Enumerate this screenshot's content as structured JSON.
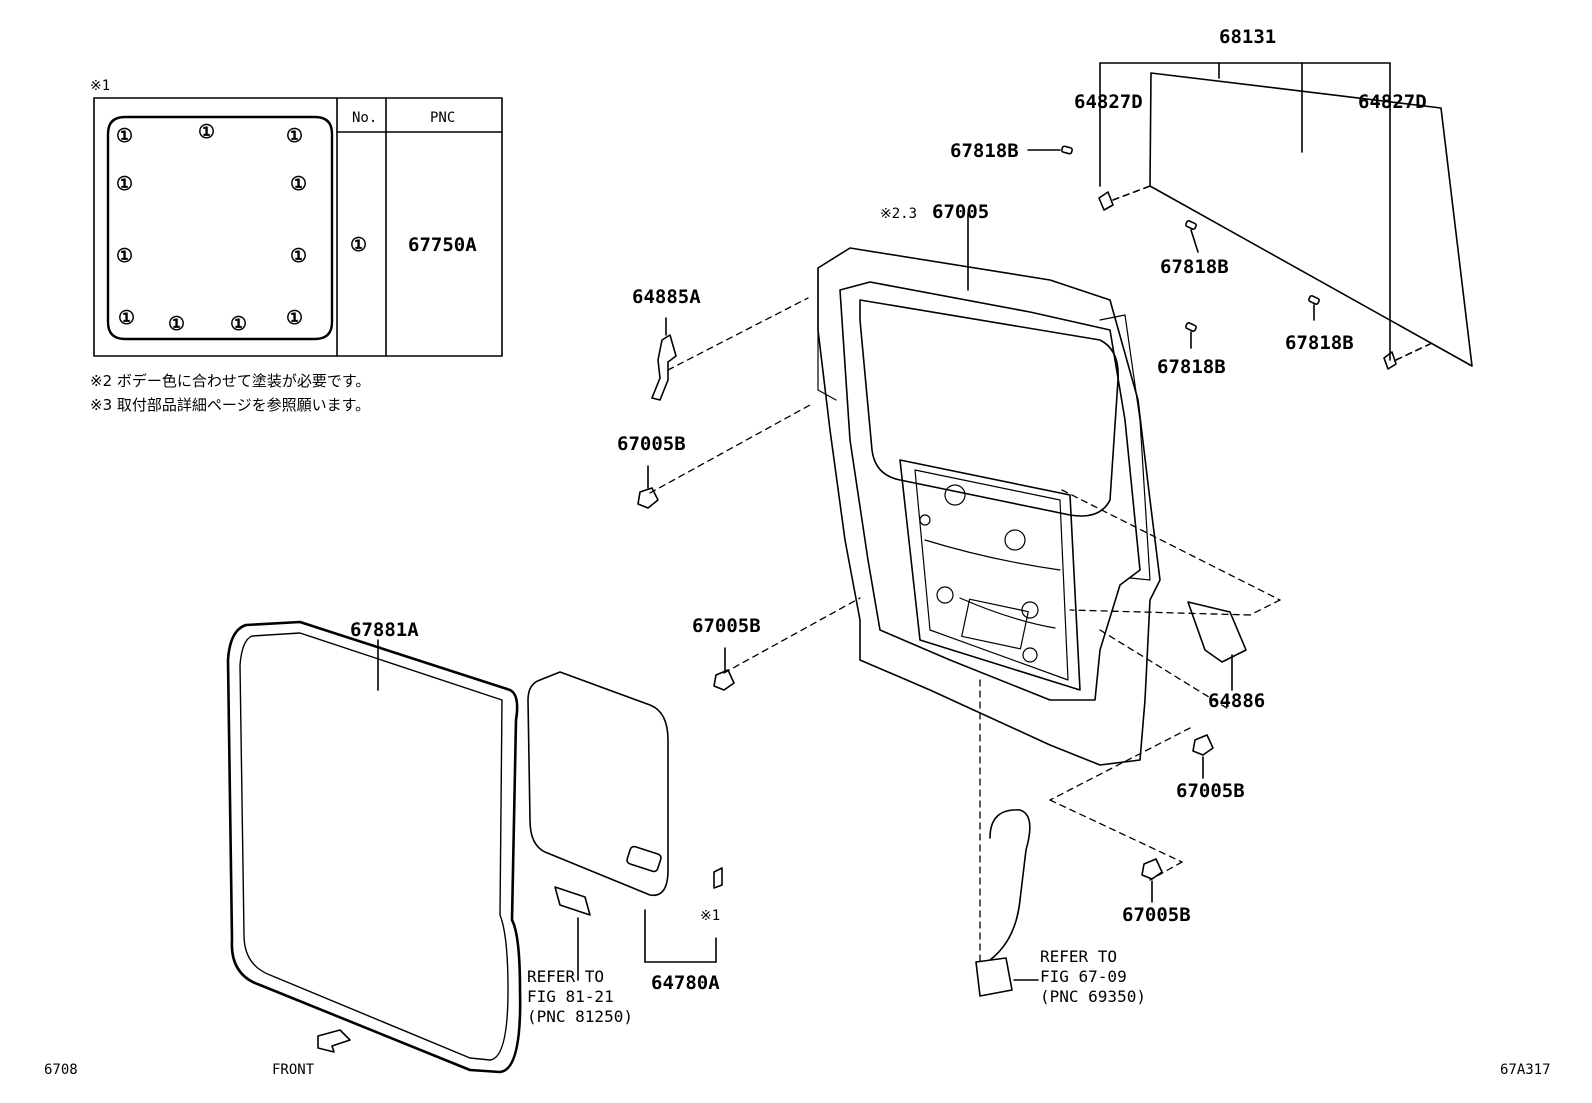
{
  "inset": {
    "marker": "※1",
    "col_no": "No.",
    "col_pnc": "PNC",
    "row_no": "①",
    "row_pnc": "67750A",
    "clip_symbol": "①"
  },
  "notes": {
    "note2": "※2 ボデー色に合わせて塗装が必要です。",
    "note3": "※3 取付部品詳細ページを参照願います。"
  },
  "labels": {
    "p68131": "68131",
    "p64827D_left": "64827D",
    "p64827D_right": "64827D",
    "p67818B_top": "67818B",
    "p67818B_a": "67818B",
    "p67818B_b": "67818B",
    "p67818B_c": "67818B",
    "p67005_mark": "※2.3",
    "p67005": "67005",
    "p64885A": "64885A",
    "p67005B_1": "67005B",
    "p67005B_2": "67005B",
    "p67005B_3": "67005B",
    "p67005B_4": "67005B",
    "p64886": "64886",
    "p67881A": "67881A",
    "p64780A": "64780A",
    "clip_mark": "※1"
  },
  "refs": {
    "ref1": [
      "REFER TO",
      "FIG 81-21",
      "(PNC 81250)"
    ],
    "ref2": [
      "REFER TO",
      "FIG 67-09",
      "(PNC 69350)"
    ]
  },
  "footer": {
    "left_code": "6708",
    "front": "FRONT",
    "right_code": "67A317"
  }
}
